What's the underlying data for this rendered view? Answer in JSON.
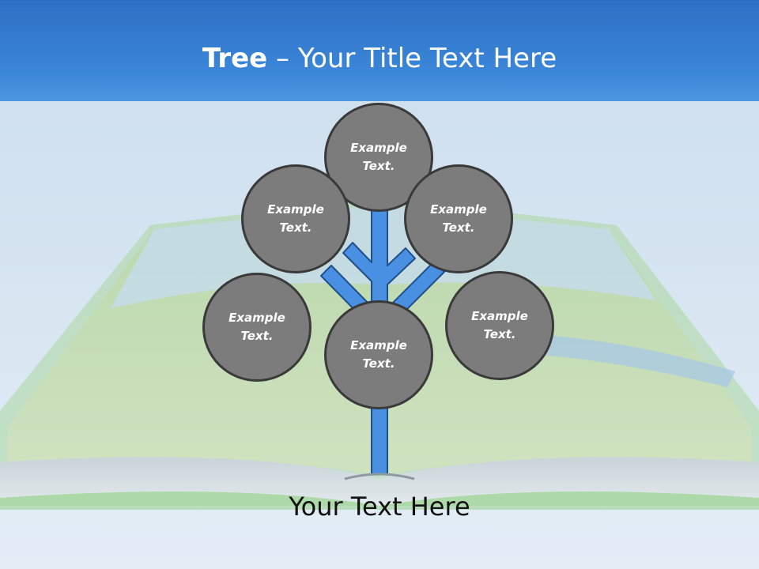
{
  "title": {
    "bold": "Tree",
    "separator": " – ",
    "rest": "Your Title Text Here"
  },
  "nodes": [
    {
      "id": "top",
      "text": "Example Text."
    },
    {
      "id": "upper-left",
      "text": "Example Text."
    },
    {
      "id": "upper-right",
      "text": "Example Text."
    },
    {
      "id": "lower-left",
      "text": "Example Text."
    },
    {
      "id": "center",
      "text": "Example Text."
    },
    {
      "id": "lower-right",
      "text": "Example Text."
    }
  ],
  "footer": "Your Text Here",
  "colors": {
    "title_band": "#3a86d8",
    "trunk": "#4a90e2",
    "trunk_outline": "#1f4f8a",
    "node_fill": "#7c7c7c",
    "node_border": "#3a3a3a"
  }
}
